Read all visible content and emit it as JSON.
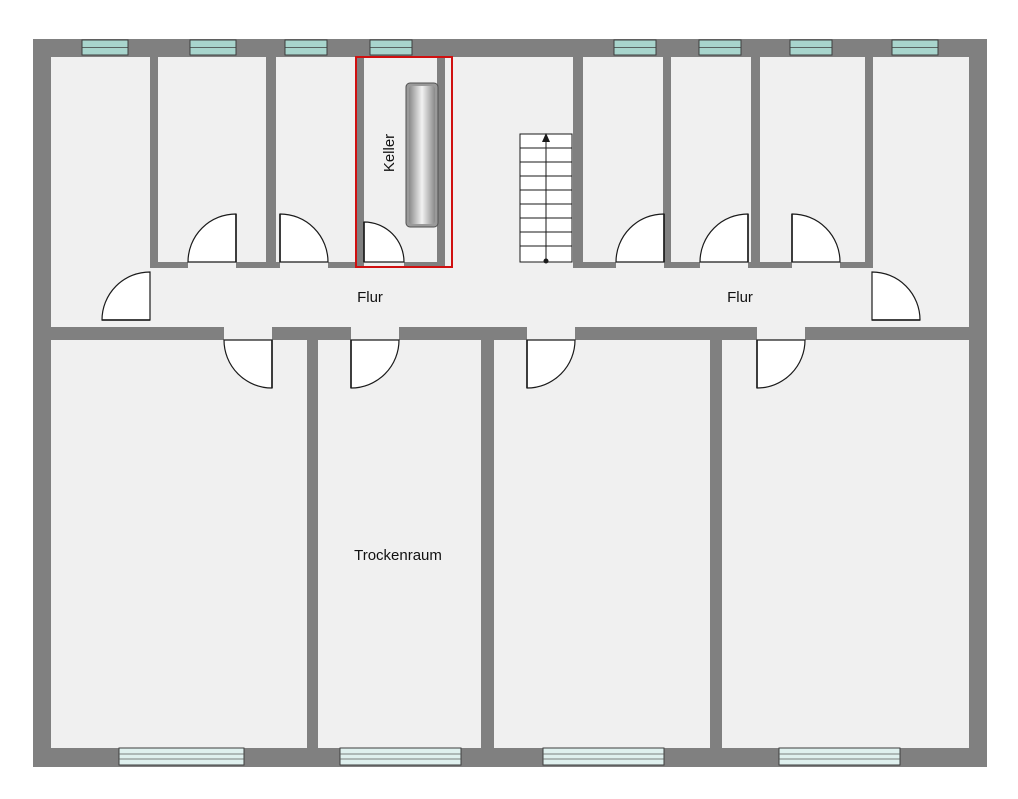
{
  "rooms": {
    "flur_left": "Flur",
    "flur_right": "Flur",
    "keller": "Keller",
    "trockenraum": "Trockenraum"
  },
  "colors": {
    "wall": "#808080",
    "floor": "#f0f0f0",
    "window": "#a8d5cd",
    "highlight": "#d01010"
  },
  "icons": {
    "door": "door-swing-icon",
    "window": "window-icon",
    "stairs": "stairs-icon",
    "tank": "tank-icon"
  }
}
